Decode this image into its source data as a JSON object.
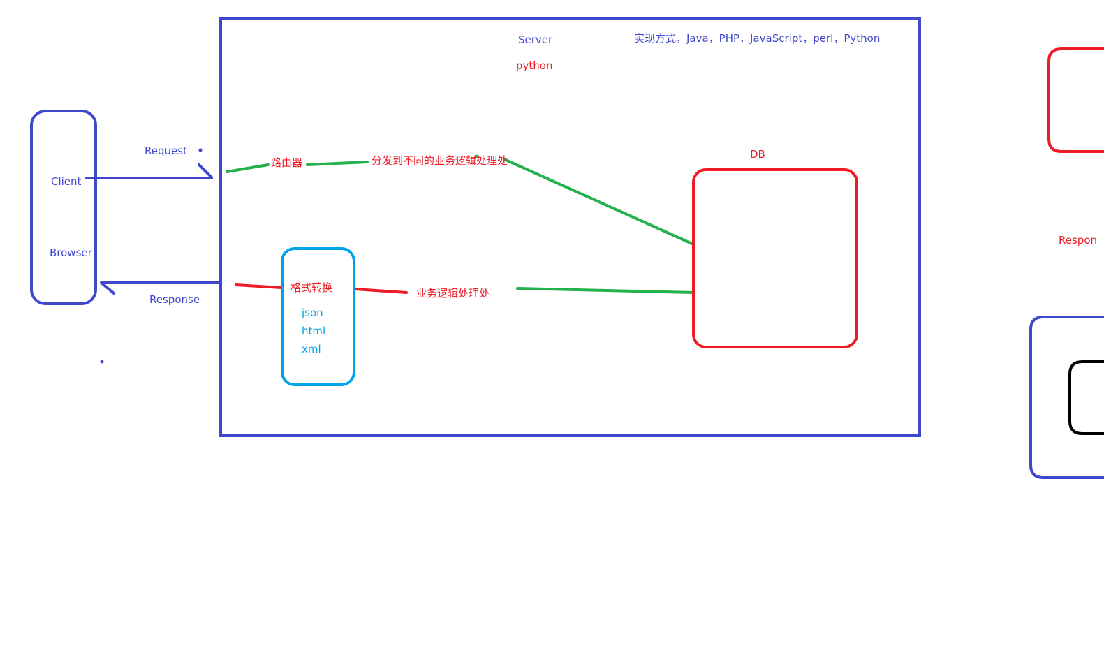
{
  "colors": {
    "blue": "#3f48cc",
    "red": "#ed1c24",
    "green": "#22b14c",
    "cyan": "#00a2e8",
    "black": "#000000"
  },
  "server": {
    "title": "Server",
    "language": "python",
    "implementations": "实现方式，Java，PHP，JavaScript，perl，Python"
  },
  "client": {
    "label": "Client",
    "browser_label": "Browser"
  },
  "arrows": {
    "request": "Request",
    "response": "Response"
  },
  "router": {
    "label": "路由器",
    "dispatch": "分发到不同的业务逻辑处理处"
  },
  "business_logic": "业务逻辑处理处",
  "format_box": {
    "title": "格式转换",
    "formats": [
      "json",
      "html",
      "xml"
    ]
  },
  "db": {
    "label": "DB"
  },
  "cut_off": {
    "response_partial": "Respon"
  }
}
